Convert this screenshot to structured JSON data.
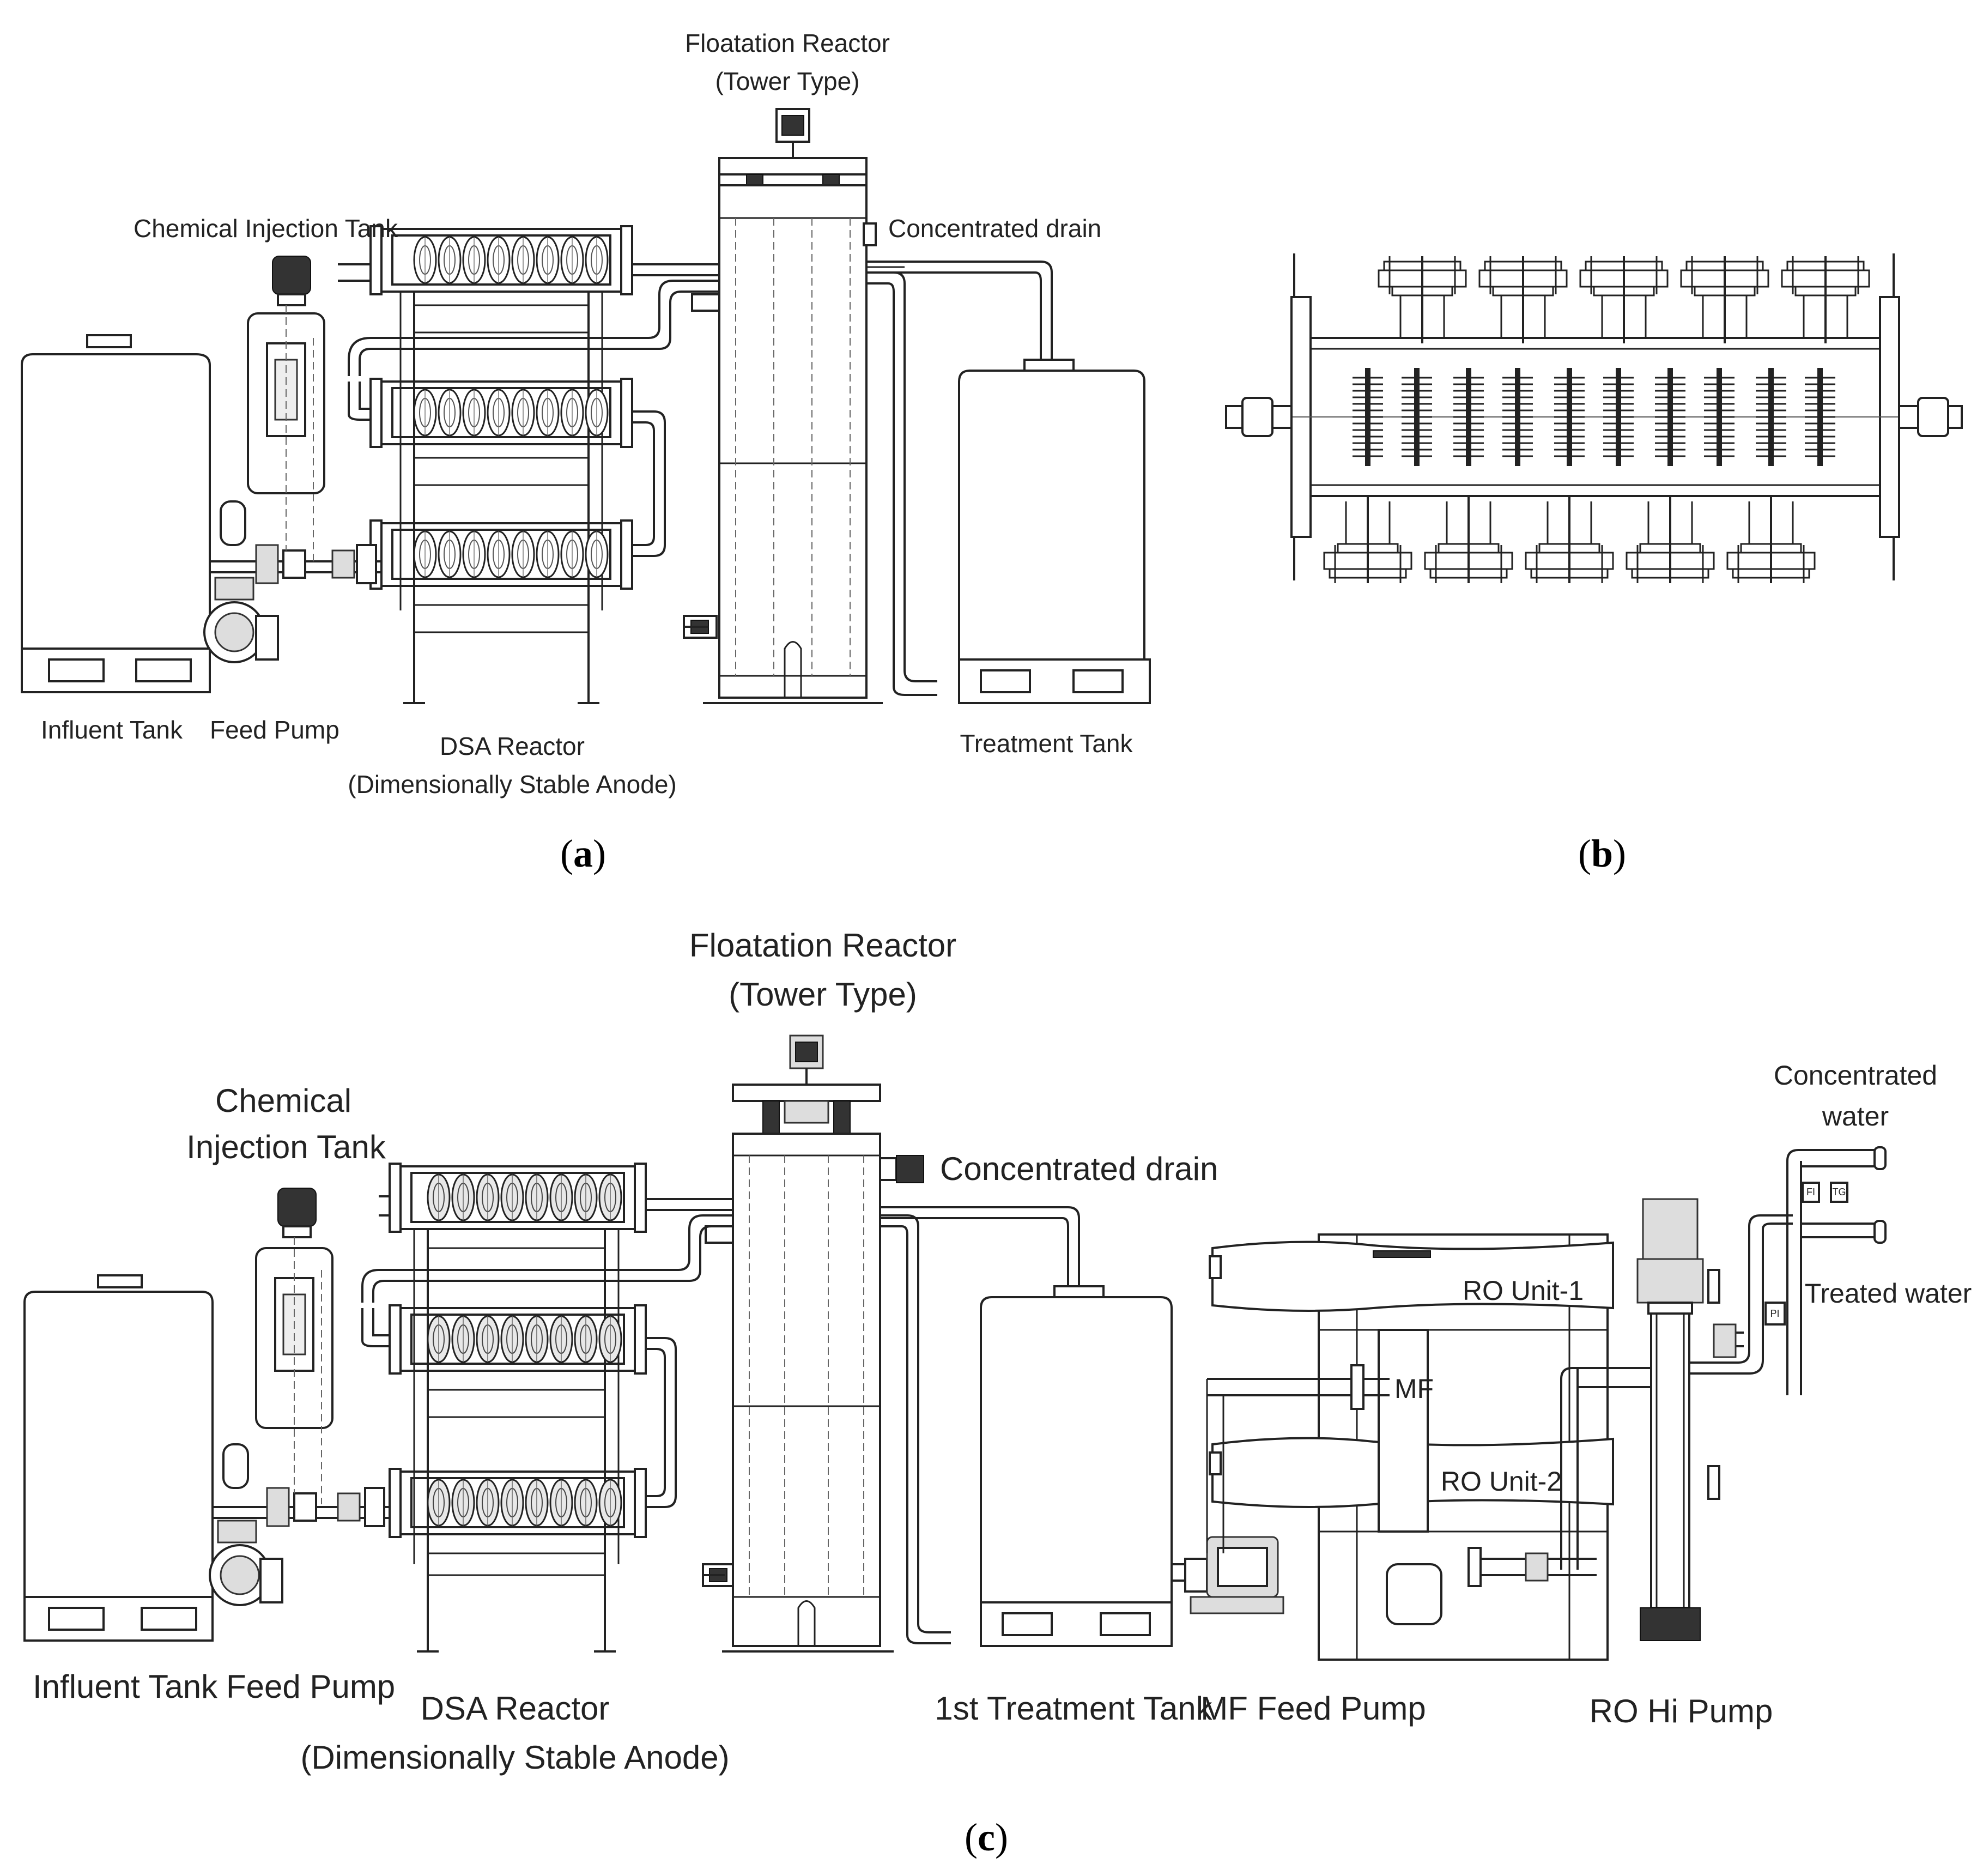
{
  "panel_a": {
    "labels": {
      "floatation_reactor": "Floatation Reactor",
      "floatation_reactor_sub": "(Tower Type)",
      "chemical_injection_tank": "Chemical Injection Tank",
      "concentrated_drain": "Concentrated drain",
      "influent_tank": "Influent Tank",
      "feed_pump": "Feed Pump",
      "dsa_reactor": "DSA Reactor",
      "dsa_reactor_sub": "(Dimensionally Stable Anode)",
      "treatment_tank": "Treatment Tank"
    },
    "caption_open": "(",
    "caption_letter": "a",
    "caption_close": ")"
  },
  "panel_b": {
    "caption_open": "(",
    "caption_letter": "b",
    "caption_close": ")"
  },
  "panel_c": {
    "labels": {
      "floatation_reactor": "Floatation Reactor",
      "floatation_reactor_sub": "(Tower Type)",
      "chemical_line1": "Chemical",
      "chemical_line2": "Injection Tank",
      "concentrated_drain": "Concentrated drain",
      "concentrated_water_line1": "Concentrated",
      "concentrated_water_line2": "water",
      "treated_water": "Treated water",
      "ro_unit_1": "RO Unit-1",
      "mf": "MF",
      "ro_unit_2": "RO Unit-2",
      "influent_tank": "Influent Tank",
      "feed_pump": "Feed Pump",
      "dsa_reactor": "DSA Reactor",
      "dsa_reactor_sub": "(Dimensionally Stable Anode)",
      "first_treatment_tank": "1st Treatment Tank",
      "mf_feed_pump": "MF Feed Pump",
      "ro_hi_pump": "RO Hi Pump",
      "fi_tag": "FI",
      "pi_tag": "PI",
      "tag_tg": "TG"
    },
    "caption_open": "(",
    "caption_letter": "c",
    "caption_close": ")"
  }
}
